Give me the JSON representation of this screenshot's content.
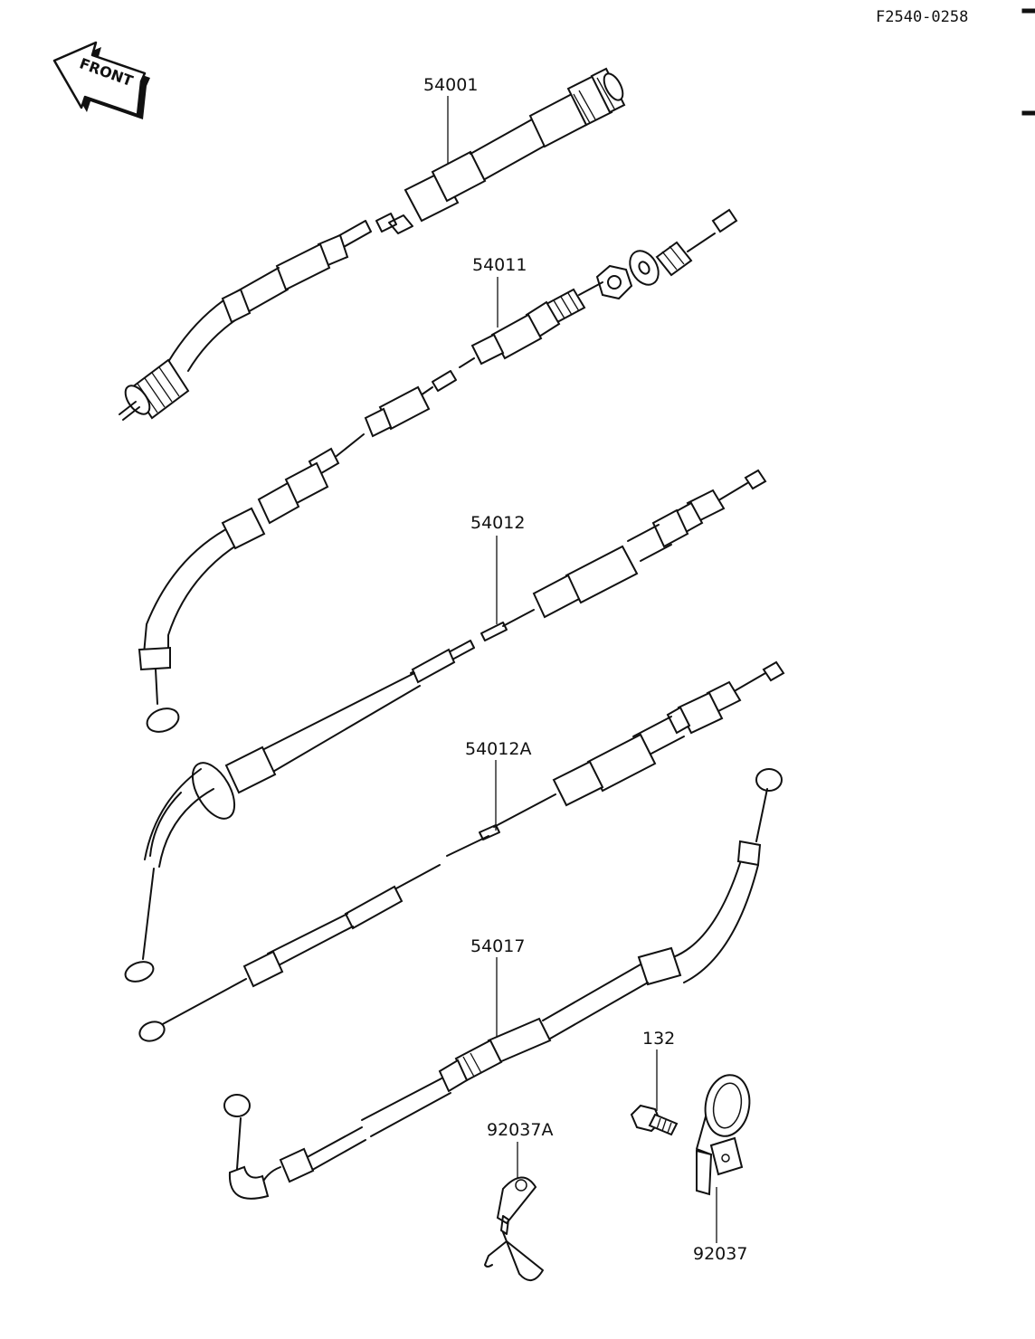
{
  "figure_code": "F2540-0258",
  "front_badge": "FRONT",
  "parts": {
    "p54001": "54001",
    "p54011": "54011",
    "p54012": "54012",
    "p54012A": "54012A",
    "p54017": "54017",
    "p132": "132",
    "p92037A": "92037A",
    "p92037": "92037"
  }
}
